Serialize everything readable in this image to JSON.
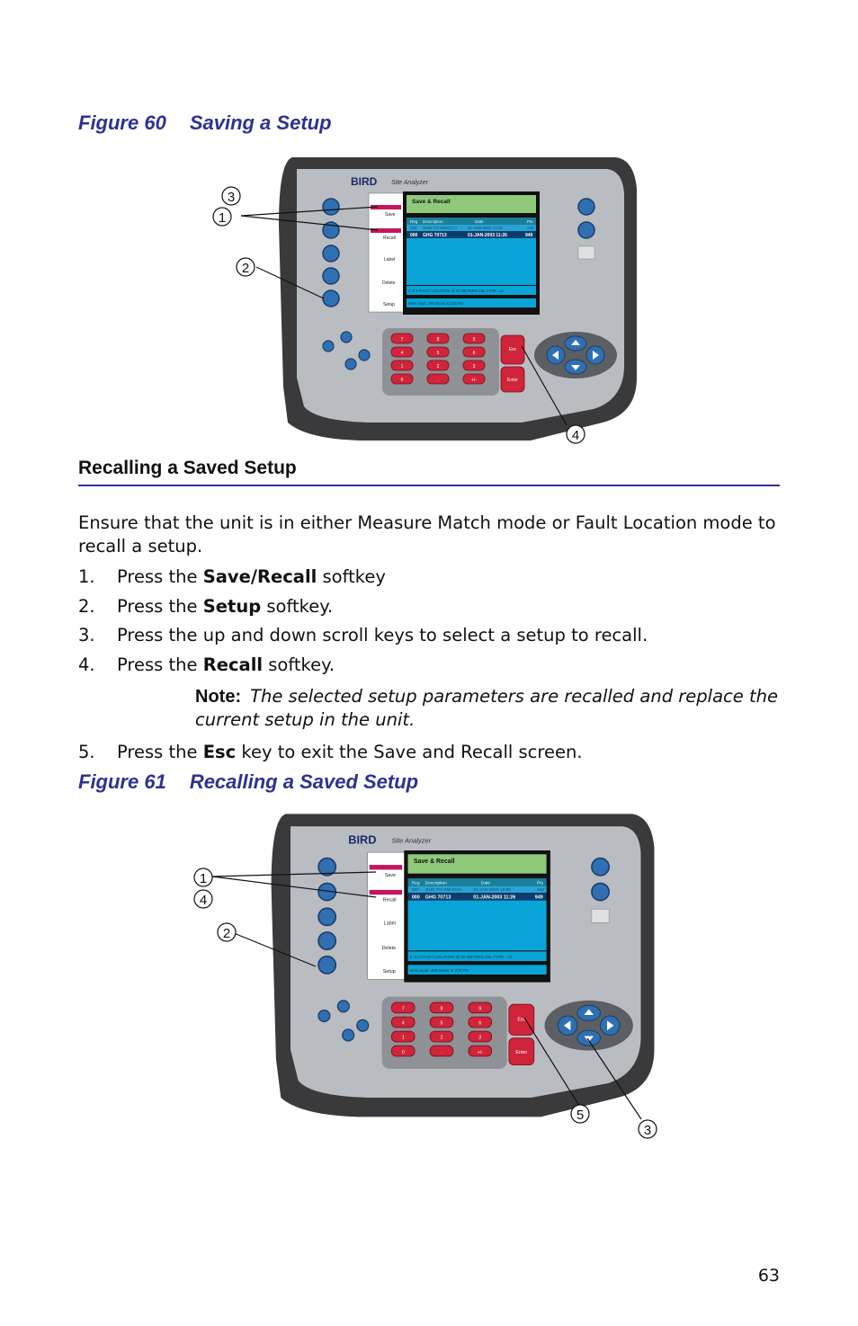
{
  "figure60": {
    "number": "Figure 60",
    "title": "Saving a Setup",
    "device": {
      "brand": "BIRD",
      "model": "Site Analyzer",
      "screen_title": "Save & Recall",
      "table_headers": [
        "Reg",
        "Description",
        "Date",
        "Pts"
      ],
      "row_faded": [
        "000",
        "GHG TO-SMATCH",
        "01-JAN-2003 12:30",
        "236"
      ],
      "row_selected": [
        "000",
        "GHG 70713",
        "01-JAN-2003 11:26",
        "949"
      ],
      "status_line": "2 of 2 FAULT LOCATION @ 50 METERS CBL TYPE - 12",
      "memory_line": "Mem avail: 499 traces at 236 Pts",
      "softkeys": [
        "Save",
        "Recall",
        "Label",
        "Delete",
        "Setup"
      ],
      "keypad": [
        "7",
        "8",
        "9",
        "4",
        "5",
        "6",
        "1",
        "2",
        "3",
        "0",
        ".",
        "+/-"
      ],
      "esc_label": "Esc",
      "enter_label": "Enter",
      "callouts": [
        "3",
        "1",
        "2",
        "4"
      ]
    }
  },
  "section": {
    "heading": "Recalling a Saved Setup",
    "intro": "Ensure that the unit is in either Measure Match mode or Fault Location mode to recall a setup.",
    "steps": [
      {
        "n": "1.",
        "pre": "Press the ",
        "bold": "Save/Recall",
        "post": " softkey"
      },
      {
        "n": "2.",
        "pre": "Press the ",
        "bold": "Setup",
        "post": " softkey."
      },
      {
        "n": "3.",
        "pre": "Press the up and down scroll keys to select a setup to recall.",
        "bold": "",
        "post": ""
      },
      {
        "n": "4.",
        "pre": "Press the ",
        "bold": "Recall",
        "post": " softkey."
      },
      {
        "n": "5.",
        "pre": "Press the ",
        "bold": "Esc",
        "post": " key to exit the Save and Recall screen."
      }
    ],
    "note_label": "Note:",
    "note_text": "The selected setup parameters are recalled and replace the current setup in the unit."
  },
  "figure61": {
    "number": "Figure 61",
    "title": "Recalling a Saved Setup",
    "callouts": [
      "1",
      "4",
      "2",
      "5",
      "3"
    ]
  },
  "page_number": "63"
}
